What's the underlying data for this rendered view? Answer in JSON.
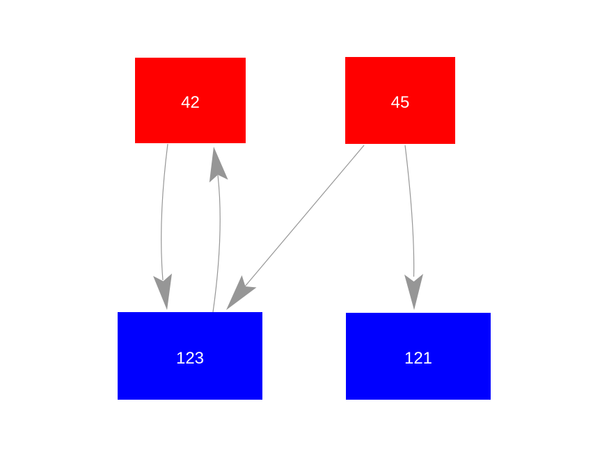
{
  "diagram": {
    "description": "Directed graph with four rectangular nodes and four gray arrows",
    "edge_color": "#969696",
    "nodes": [
      {
        "id": "42",
        "label": "42",
        "fill": "#ff0000",
        "text_color": "#ffffff"
      },
      {
        "id": "45",
        "label": "45",
        "fill": "#ff0000",
        "text_color": "#ffffff"
      },
      {
        "id": "123",
        "label": "123",
        "fill": "#0000ff",
        "text_color": "#ffffff"
      },
      {
        "id": "121",
        "label": "121",
        "fill": "#0000ff",
        "text_color": "#ffffff"
      }
    ],
    "edges": [
      {
        "from": "42",
        "to": "123"
      },
      {
        "from": "123",
        "to": "42"
      },
      {
        "from": "45",
        "to": "123"
      },
      {
        "from": "45",
        "to": "121"
      }
    ]
  }
}
